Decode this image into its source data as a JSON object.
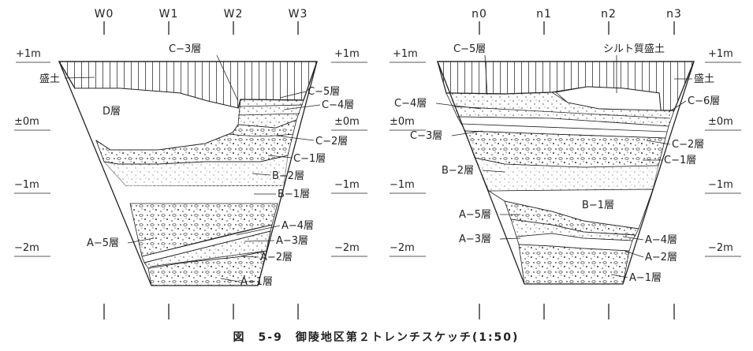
{
  "left_section": {
    "axis": [
      "W0",
      "W1",
      "W2",
      "W3"
    ],
    "scale_left": [
      "+1m",
      "±0m",
      "−1m",
      "−2m"
    ],
    "scale_right": [
      "+1m",
      "±0m",
      "−1m",
      "−2m"
    ],
    "labels": [
      "C−3層",
      "盛土",
      "C−5層",
      "D層",
      "C−4層",
      "C−2層",
      "C−1層",
      "B−2層",
      "B−1層",
      "A−4層",
      "A−5層",
      "A−3層",
      "A−2層",
      "A−1層"
    ]
  },
  "right_section": {
    "axis": [
      "n0",
      "n1",
      "n2",
      "n3"
    ],
    "scale_left": [
      "+1m",
      "±0m",
      "−1m",
      "−2m"
    ],
    "scale_right": [
      "+1m",
      "±0m",
      "−1m",
      "−2m"
    ],
    "labels": [
      "C−5層",
      "シルト質盛土",
      "盛土",
      "C−4層",
      "C−6層",
      "C−3層",
      "C−2層",
      "B−2層",
      "C−1層",
      "B−1層",
      "A−5層",
      "A−3層",
      "A−4層",
      "A−2層",
      "A−1層"
    ]
  },
  "caption": "図　5-9　御陵地区第２トレンチスケッチ(1:50)"
}
